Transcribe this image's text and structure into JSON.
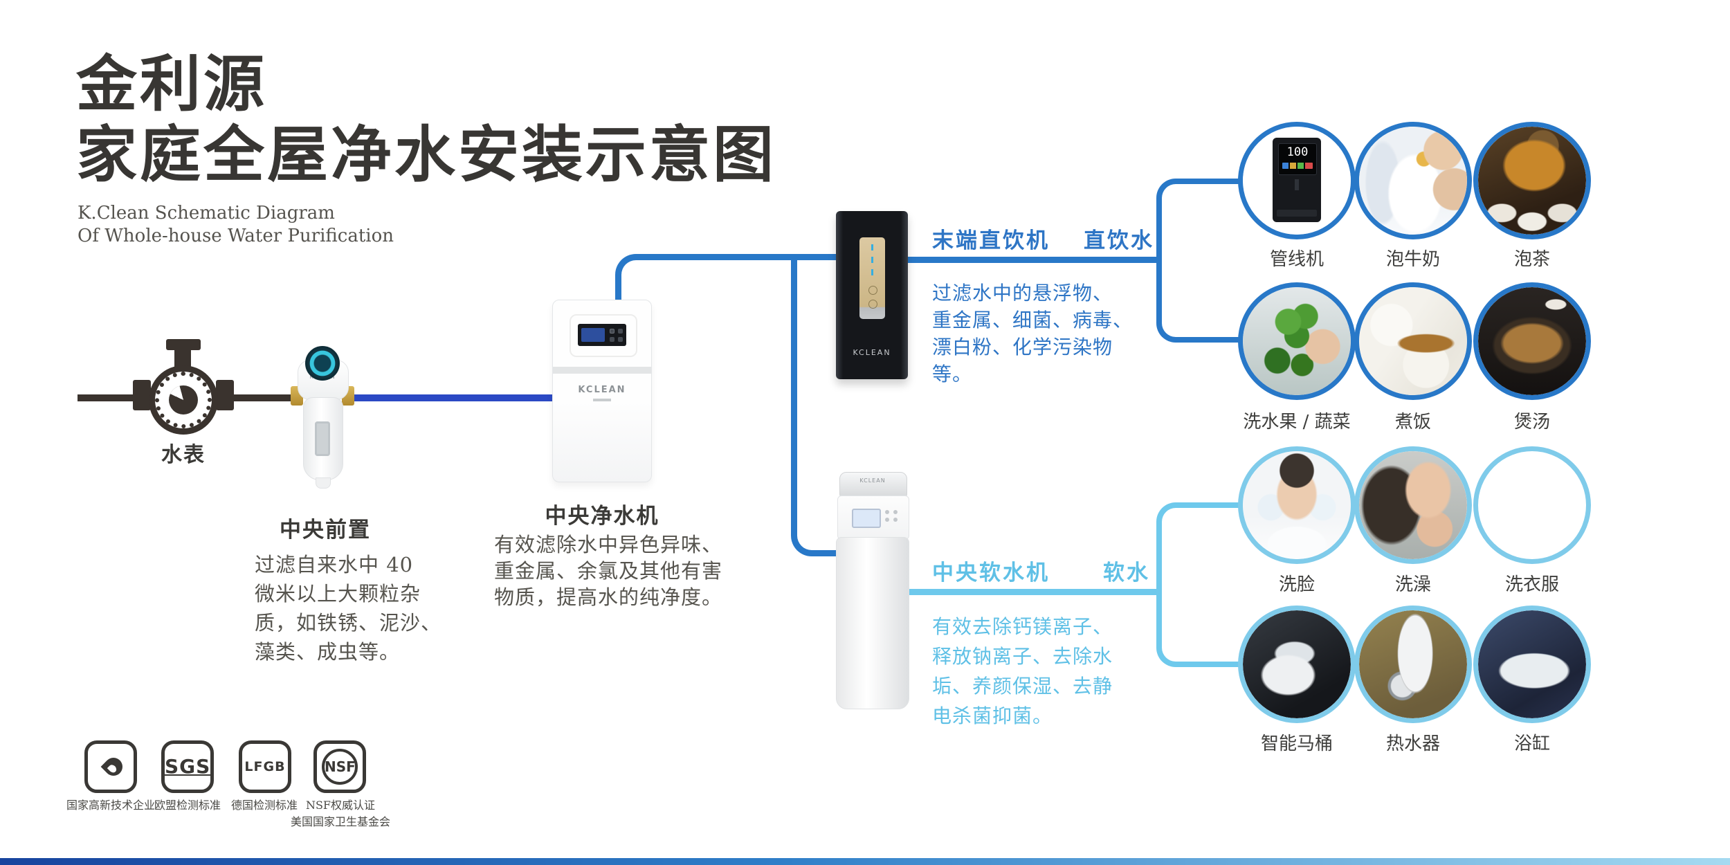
{
  "brand": "KCLEAN",
  "title": {
    "line1": "金利源",
    "line2": "家庭全屋净水安装示意图",
    "subtitle_line1": "K.Clean Schematic Diagram",
    "subtitle_line2": "Of Whole-house Water Purification"
  },
  "water_meter": {
    "label": "水表"
  },
  "pre_filter": {
    "name": "中央前置",
    "desc": [
      "过滤自来水中 40",
      "微米以上大颗粒杂",
      "质，如铁锈、泥沙、",
      "藻类、成虫等。"
    ]
  },
  "purifier": {
    "name": "中央净水机",
    "desc": [
      "有效滤除水中异色异味、",
      "重金属、余氯及其他有害",
      "物质，提高水的纯净度。"
    ]
  },
  "terminal": {
    "name": "末端直饮机",
    "water_type": "直饮水",
    "desc": [
      "过滤水中的悬浮物、",
      "重金属、细菌、病毒、",
      "漂白粉、化学污染物",
      "等。"
    ]
  },
  "softener": {
    "name": "中央软水机",
    "water_type": "软水",
    "desc": [
      "有效去除钙镁离子、",
      "释放钠离子、去除水",
      "垢、养颜保湿、去静",
      "电杀菌抑菌。"
    ]
  },
  "drinking_uses": [
    {
      "label": "管线机",
      "display_value": "100"
    },
    {
      "label": "泡牛奶"
    },
    {
      "label": "泡茶"
    },
    {
      "label": "洗水果 / 蔬菜"
    },
    {
      "label": "煮饭"
    },
    {
      "label": "煲汤"
    }
  ],
  "soft_uses": [
    {
      "label": "洗脸"
    },
    {
      "label": "洗澡"
    },
    {
      "label": "洗衣服"
    },
    {
      "label": "智能马桶"
    },
    {
      "label": "热水器"
    },
    {
      "label": "浴缸"
    }
  ],
  "certifications": [
    {
      "icon": "hightech-flame-icon",
      "text": "",
      "line1": "国家高新技术企业",
      "line2": ""
    },
    {
      "icon": "sgs-logo",
      "text": "SGS",
      "line1": "欧盟检测标准",
      "line2": ""
    },
    {
      "icon": "lfgb-logo",
      "text": "LFGB",
      "line1": "德国检测标准",
      "line2": ""
    },
    {
      "icon": "nsf-logo",
      "text": "NSF.",
      "line1": "NSF权威认证",
      "line2": "美国国家卫生基金会"
    }
  ],
  "colors": {
    "ink": "#383633",
    "pipe_dark": "#3a332e",
    "pipe_navy": "#2b49c4",
    "pipe_blue": "#2878c8",
    "pipe_soft": "#6ec9ec",
    "drinking_text_blue": "#2e75c5",
    "soft_text_blue": "#5fc0e6"
  }
}
